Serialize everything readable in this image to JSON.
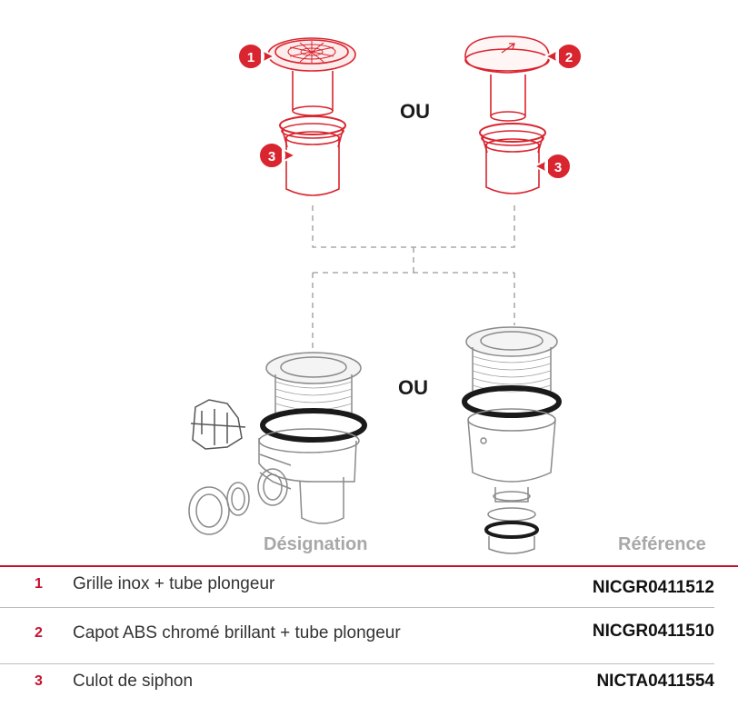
{
  "connector": "OU",
  "headers": {
    "designation": "Désignation",
    "reference": "Référence"
  },
  "rows": [
    {
      "num": "1",
      "description": "Grille inox + tube plongeur",
      "reference": "NICGR0411512"
    },
    {
      "num": "2",
      "description": "Capot ABS chromé brillant + tube plongeur",
      "reference": "NICGR0411510"
    },
    {
      "num": "3",
      "description": "Culot de siphon",
      "reference": "NICTA0411554"
    }
  ],
  "callouts": [
    "1",
    "2",
    "3",
    "3"
  ],
  "colors": {
    "accent": "#d9252f",
    "line_art": "#888888",
    "divider_red": "#c8102e",
    "divider_grey": "#bdbdbd"
  }
}
